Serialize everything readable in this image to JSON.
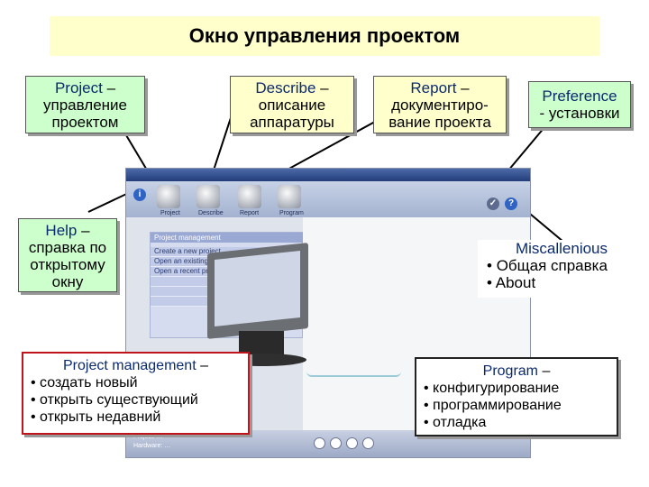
{
  "title": "Окно управления проектом",
  "callouts": {
    "project": {
      "head": "Project",
      "dash": " –",
      "l1": "управление",
      "l2": "проектом"
    },
    "describe": {
      "head": "Describe",
      "dash": " –",
      "l1": "описание",
      "l2": "аппаратуры"
    },
    "report": {
      "head": "Report",
      "dash": " –",
      "l1": "документиро-",
      "l2": "вание проекта"
    },
    "preference": {
      "head": "Preference",
      "l1": "- установки"
    },
    "help": {
      "head": "Help",
      "dash": " –",
      "l1": "справка по",
      "l2": "открытому",
      "l3": "окну"
    },
    "misc": {
      "head": "Miscallenious",
      "items": [
        "Общая справка",
        "About"
      ]
    },
    "project_mgmt": {
      "head": "Project management",
      "dash": " –",
      "items": [
        "создать новый",
        "открыть существующий",
        "открыть недавний"
      ]
    },
    "program": {
      "head": "Program",
      "dash": " –",
      "items": [
        "конфигурирование",
        "программирование",
        "отладка"
      ]
    }
  },
  "app": {
    "toolbar_labels": [
      "Project",
      "Describe",
      "Report",
      "Program"
    ],
    "panel_title": "Project management",
    "panel_items": [
      "Create a new project",
      "Open an existing project",
      "Open a recent project"
    ],
    "status_text": [
      "Project: …",
      "Hardware: …"
    ]
  }
}
